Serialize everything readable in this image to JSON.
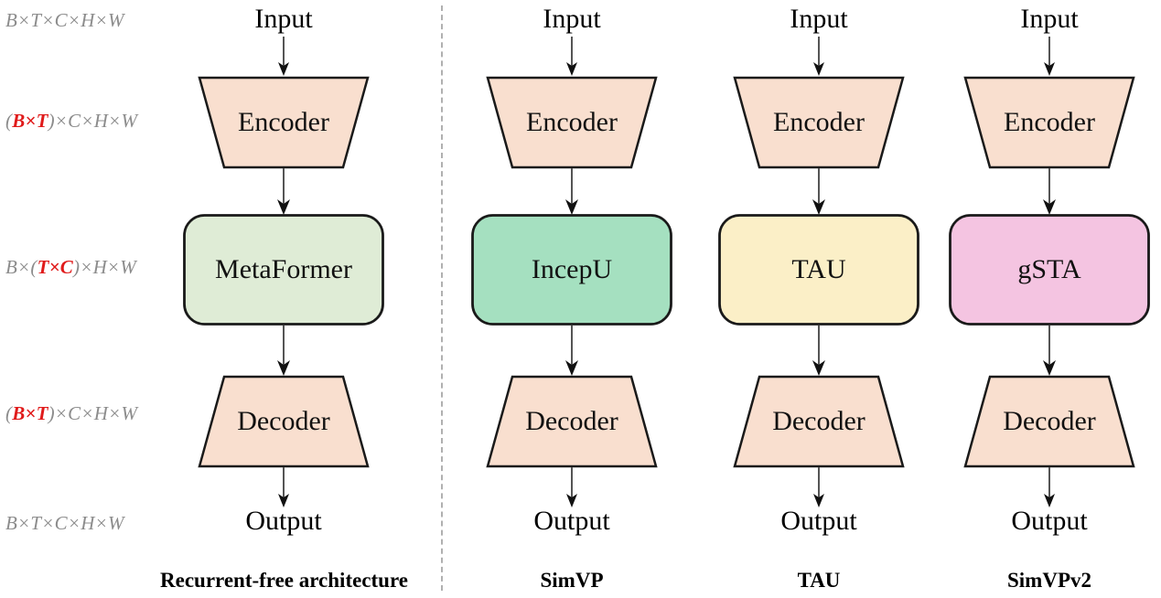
{
  "figure": {
    "title_caption_row": [
      "Recurrent-free architecture",
      "SimVP",
      "TAU",
      "SimVPv2"
    ],
    "divider": "dashed-vertical-separator"
  },
  "tensor_labels": [
    {
      "id": "input-shape",
      "prefix": "",
      "highlight": "",
      "suffix": "B×T×C×H×W",
      "plain": "B×T×C×H×W"
    },
    {
      "id": "encoder-shape",
      "prefix": "(",
      "highlight": "B×T",
      "suffix": ")×C×H×W",
      "plain": "(B×T)×C×H×W"
    },
    {
      "id": "metaformer-shape",
      "prefix": "B×(",
      "highlight": "T×C",
      "suffix": ")×H×W",
      "plain": "B×(T×C)×H×W"
    },
    {
      "id": "decoder-shape",
      "prefix": "(",
      "highlight": "B×T",
      "suffix": ")×C×H×W",
      "plain": "(B×T)×C×H×W"
    },
    {
      "id": "output-shape",
      "prefix": "",
      "highlight": "",
      "suffix": "B×T×C×H×W",
      "plain": "B×T×C×H×W"
    }
  ],
  "columns": [
    {
      "key": "recurrent_free",
      "caption": "Recurrent-free architecture",
      "input_label": "Input",
      "output_label": "Output",
      "encoder_label": "Encoder",
      "middle_label": "MetaFormer",
      "middle_color": "#dfecd6",
      "decoder_label": "Decoder"
    },
    {
      "key": "simvp",
      "caption": "SimVP",
      "input_label": "Input",
      "output_label": "Output",
      "encoder_label": "Encoder",
      "middle_label": "IncepU",
      "middle_color": "#a5e0c0",
      "decoder_label": "Decoder"
    },
    {
      "key": "tau",
      "caption": "TAU",
      "input_label": "Input",
      "output_label": "Output",
      "encoder_label": "Encoder",
      "middle_label": "TAU",
      "middle_color": "#fbefc7",
      "decoder_label": "Decoder"
    },
    {
      "key": "simvpv2",
      "caption": "SimVPv2",
      "input_label": "Input",
      "output_label": "Output",
      "encoder_label": "Encoder",
      "middle_label": "gSTA",
      "middle_color": "#f4c4e1",
      "decoder_label": "Decoder"
    }
  ],
  "colors": {
    "encoder_decoder_fill": "#f9dfcf",
    "stroke": "#1a1a1a",
    "arrow": "#555555",
    "tensor_text": "#8c8c8c",
    "tensor_highlight": "#e01b1b",
    "divider": "#b0b0b0",
    "background": "#ffffff"
  }
}
